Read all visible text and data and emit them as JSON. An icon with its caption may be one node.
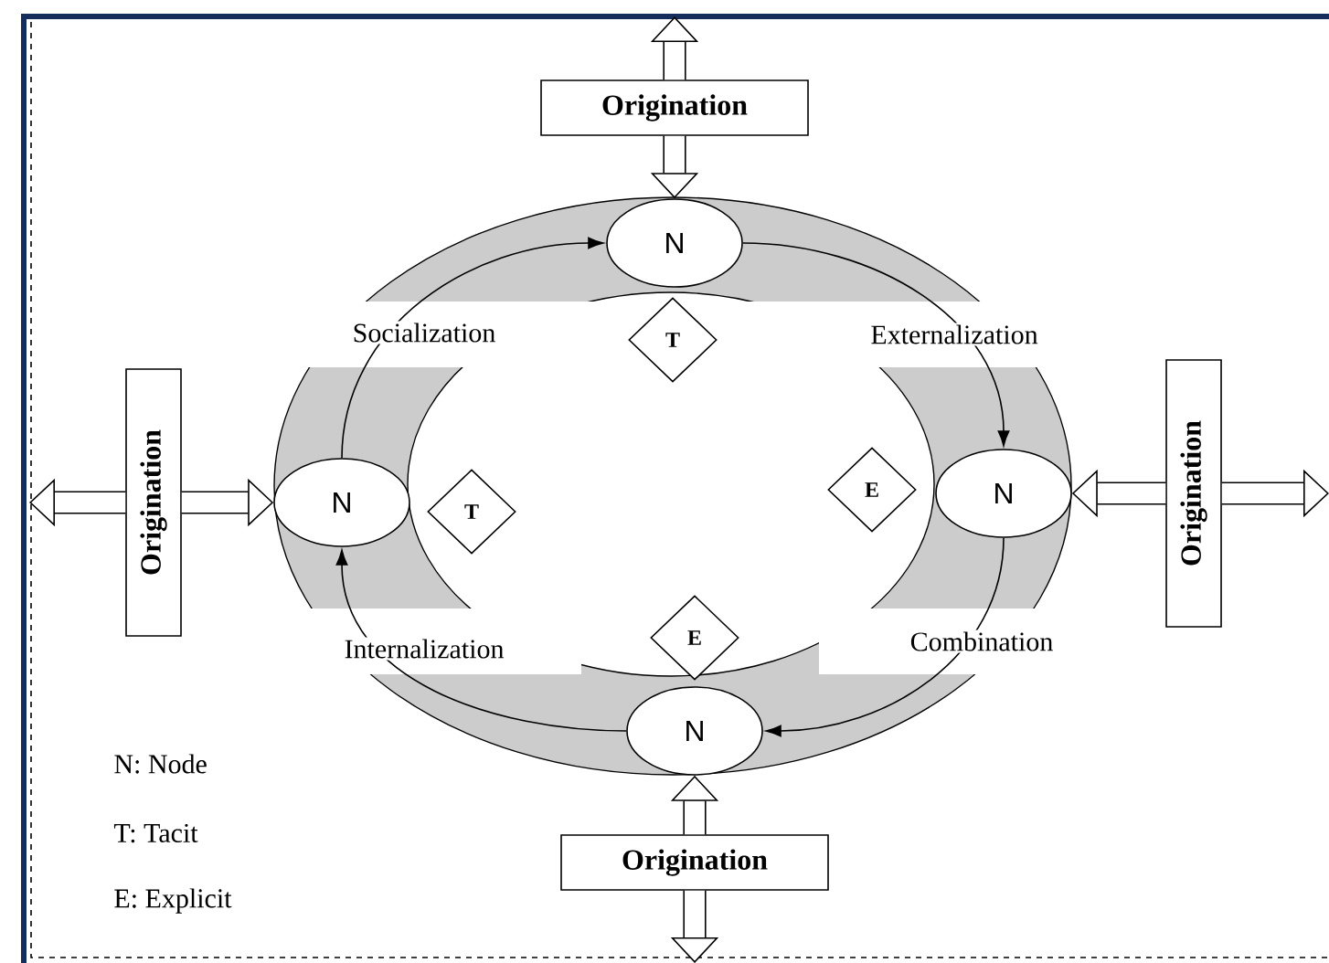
{
  "diagram": {
    "nodes": [
      {
        "text": [
          "Origination"
        ]
      },
      {
        "text": [
          "N"
        ]
      },
      {
        "text": [
          "N"
        ]
      },
      {
        "text": [
          "Origination"
        ]
      },
      {
        "text": [
          "N"
        ]
      },
      {
        "text": [
          "Origination"
        ]
      },
      {
        "text": [
          "N"
        ]
      },
      {
        "text": [
          "Origination"
        ]
      },
      {
        "text": [
          "T"
        ]
      },
      {
        "text": [
          "T"
        ]
      },
      {
        "text": [
          "E"
        ]
      },
      {
        "text": [
          "E"
        ]
      }
    ],
    "edges": [
      {
        "from": 0,
        "to": 1,
        "arrow": "to"
      },
      {
        "from": 0,
        "to": null,
        "arrow": "to"
      },
      {
        "from": 3,
        "to": 2,
        "arrow": "to"
      },
      {
        "from": 3,
        "to": null,
        "arrow": "to"
      },
      {
        "from": 5,
        "to": 4,
        "arrow": "to"
      },
      {
        "from": 5,
        "to": null,
        "arrow": "to"
      },
      {
        "from": 7,
        "to": 6,
        "arrow": "to"
      },
      {
        "from": 7,
        "to": null,
        "arrow": "to"
      },
      {
        "from": 1,
        "to": 4,
        "arrow": "to",
        "label": "Externalization",
        "color": "#000000"
      },
      {
        "from": 4,
        "to": 6,
        "arrow": "to",
        "label": "Combination",
        "color": "#000000"
      },
      {
        "from": 6,
        "to": 2,
        "arrow": "to",
        "label": "Internalization",
        "color": "#000000"
      },
      {
        "from": 2,
        "to": 1,
        "arrow": "to",
        "label": "Socialization",
        "color": "#000000"
      }
    ],
    "labels": [
      "N: Node",
      "T: Tacit",
      "E: Explicit"
    ]
  }
}
